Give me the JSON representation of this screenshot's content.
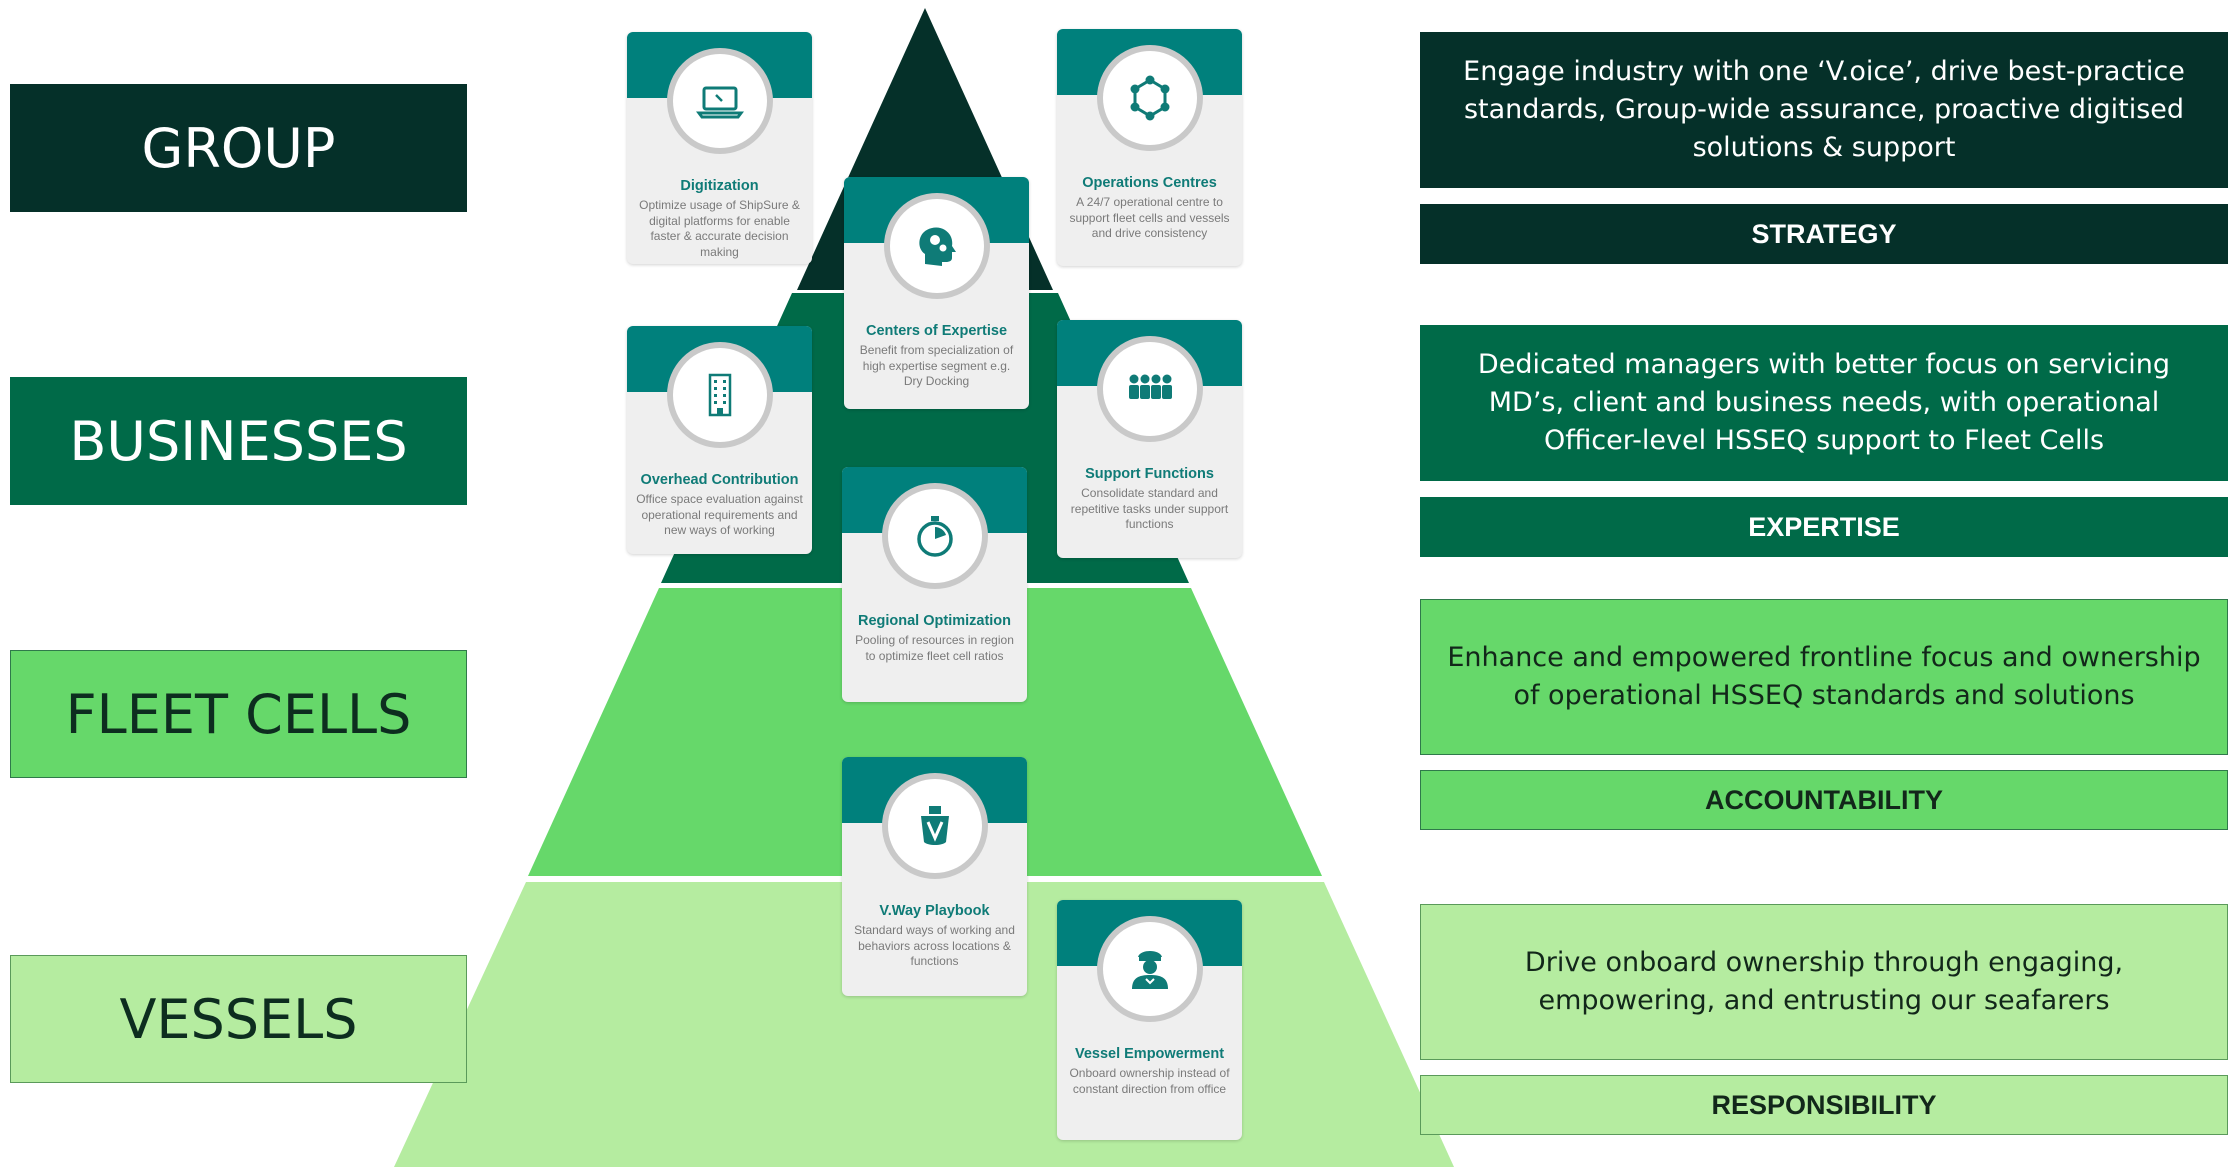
{
  "levels": [
    {
      "label": "GROUP"
    },
    {
      "label": "BUSINESSES"
    },
    {
      "label": "FLEET CELLS"
    },
    {
      "label": "VESSELS"
    }
  ],
  "right": [
    {
      "text": "Engage industry with one ‘V.oice’, drive best-practice standards, Group-wide assurance, proactive digitised solutions & support",
      "keyword": "STRATEGY"
    },
    {
      "text": "Dedicated managers with better focus on servicing MD’s, client and business needs, with operational Officer-level HSSEQ support to Fleet Cells",
      "keyword": "EXPERTISE"
    },
    {
      "text": "Enhance and empowered frontline focus and ownership of operational HSSEQ standards and solutions",
      "keyword": "ACCOUNTABILITY"
    },
    {
      "text": "Drive onboard ownership through engaging, empowering, and entrusting our seafarers",
      "keyword": "RESPONSIBILITY"
    }
  ],
  "cards": {
    "digitization": {
      "title": "Digitization",
      "desc": "Optimize usage of ShipSure & digital platforms for enable faster & accurate decision making",
      "icon": "laptop-icon"
    },
    "operations": {
      "title": "Operations Centres",
      "desc": "A 24/7 operational centre to support fleet cells and vessels and drive consistency",
      "icon": "network-icon"
    },
    "expertise": {
      "title": "Centers of Expertise",
      "desc": "Benefit from specialization of high expertise segment e.g. Dry Docking",
      "icon": "head-gears-icon"
    },
    "overhead": {
      "title": "Overhead Contribution",
      "desc": "Office space evaluation against operational requirements and new ways of working",
      "icon": "building-icon"
    },
    "support": {
      "title": "Support Functions",
      "desc": "Consolidate standard and repetitive tasks under support functions",
      "icon": "team-icon"
    },
    "regional": {
      "title": "Regional Optimization",
      "desc": "Pooling of resources in region to optimize fleet cell ratios",
      "icon": "stopwatch-icon"
    },
    "playbook": {
      "title": "V.Way Playbook",
      "desc": "Standard ways of working and behaviors across locations & functions",
      "icon": "ship-icon"
    },
    "vessel": {
      "title": "Vessel Empowerment",
      "desc": "Onboard ownership instead of constant direction from office",
      "icon": "captain-icon"
    }
  },
  "colors": {
    "group": "#053029",
    "businesses": "#006a48",
    "fleet": "#66d86a",
    "vessels": "#b5eca0",
    "teal": "#00807c"
  }
}
